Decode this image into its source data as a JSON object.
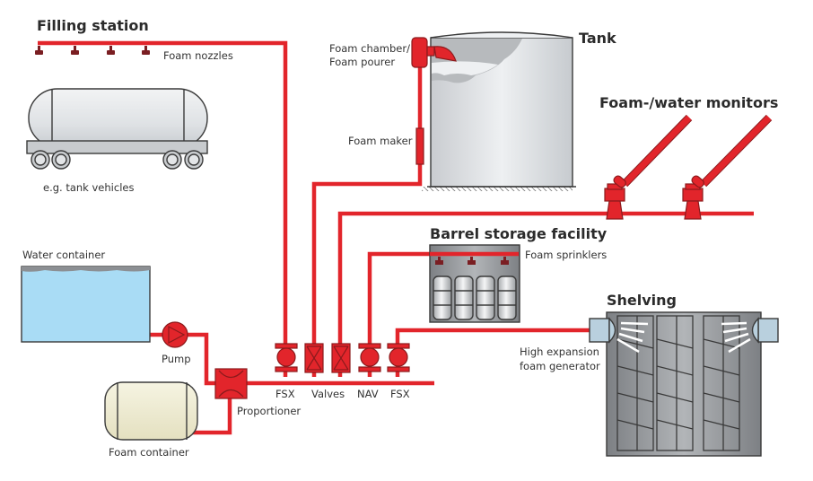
{
  "diagram": {
    "type": "foam fire extinguishing system schematic",
    "sections": {
      "filling_station": {
        "title": "Filling station",
        "nozzle_label": "Foam nozzles",
        "vehicle_label": "e.g. tank vehicles",
        "nozzle_count": 4
      },
      "tank": {
        "title": "Tank",
        "chamber_label_line1": "Foam chamber/",
        "chamber_label_line2": "Foam pourer",
        "maker_label": "Foam maker"
      },
      "monitors": {
        "title": "Foam-/water monitors",
        "count": 2
      },
      "barrel_storage": {
        "title": "Barrel storage facility",
        "sprinkler_label": "Foam sprinklers",
        "sprinkler_count": 3,
        "barrel_count": 4
      },
      "shelving": {
        "title": "Shelving",
        "generator_label_line1": "High expansion",
        "generator_label_line2": "foam generator"
      },
      "supply": {
        "water_label": "Water container",
        "pump_label": "Pump",
        "foam_label": "Foam container",
        "proportioner_label": "Proportioner"
      },
      "valves": [
        {
          "label": "FSX",
          "kind": "deluge"
        },
        {
          "label": "Valves",
          "kind": "gate"
        },
        {
          "label": "NAV",
          "kind": "deluge"
        },
        {
          "label": "FSX",
          "kind": "deluge"
        }
      ]
    },
    "colors": {
      "pipe": "#e2252b",
      "water": "#a9dcf5",
      "foam": "#eeebd0",
      "steel": "#8c8f93"
    }
  }
}
